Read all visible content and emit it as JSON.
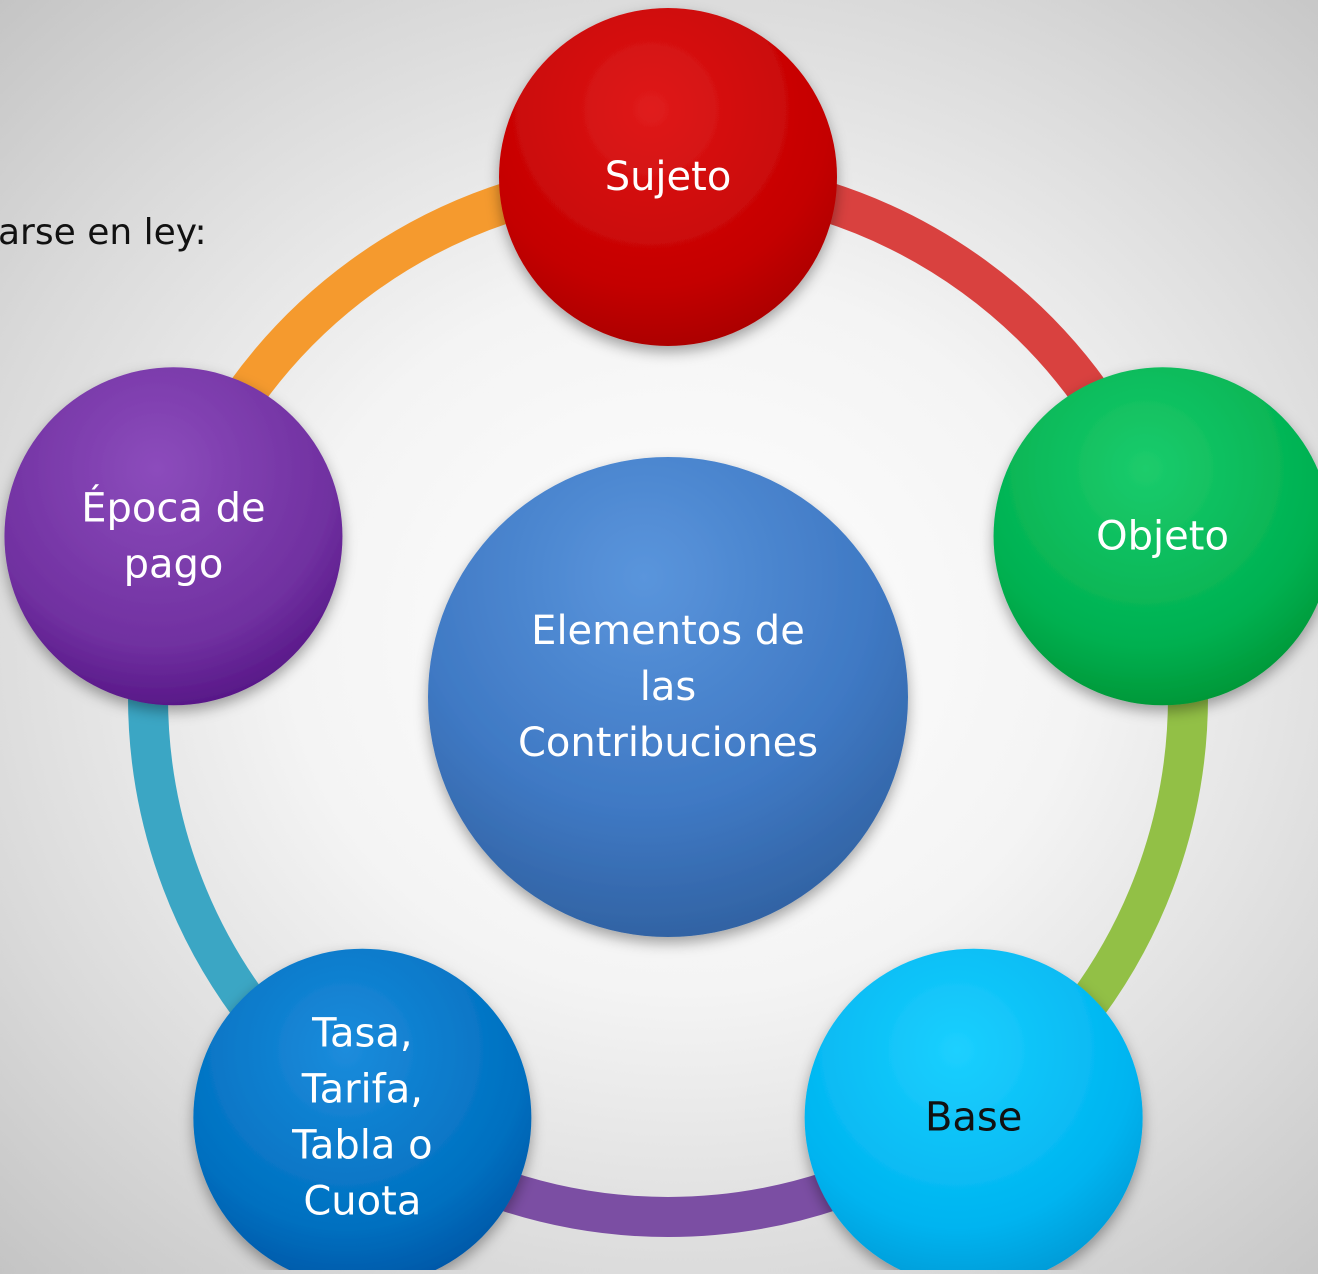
{
  "side_text": "arse en ley:",
  "center": {
    "lines": [
      "Elementos de",
      "las",
      "Contribuciones"
    ]
  },
  "nodes": [
    {
      "id": "sujeto",
      "lines": [
        "Sujeto"
      ],
      "color": "#c40000",
      "text_color": "#ffffff"
    },
    {
      "id": "objeto",
      "lines": [
        "Objeto"
      ],
      "color": "#00b050",
      "text_color": "#ffffff"
    },
    {
      "id": "base",
      "lines": [
        "Base"
      ],
      "color": "#00b4f0",
      "text_color": "#111111"
    },
    {
      "id": "tasa",
      "lines": [
        "Tasa,",
        "Tarifa,",
        "Tabla o",
        "Cuota"
      ],
      "color": "#0070c0",
      "text_color": "#ffffff"
    },
    {
      "id": "epoca",
      "lines": [
        "Época de",
        "pago"
      ],
      "color": "#7030a0",
      "text_color": "#ffffff"
    }
  ],
  "connector_colors": [
    "#d9413f",
    "#92c046",
    "#7b4ea3",
    "#3ba6c4",
    "#f59a2e"
  ],
  "center_color": "#3f79c4"
}
